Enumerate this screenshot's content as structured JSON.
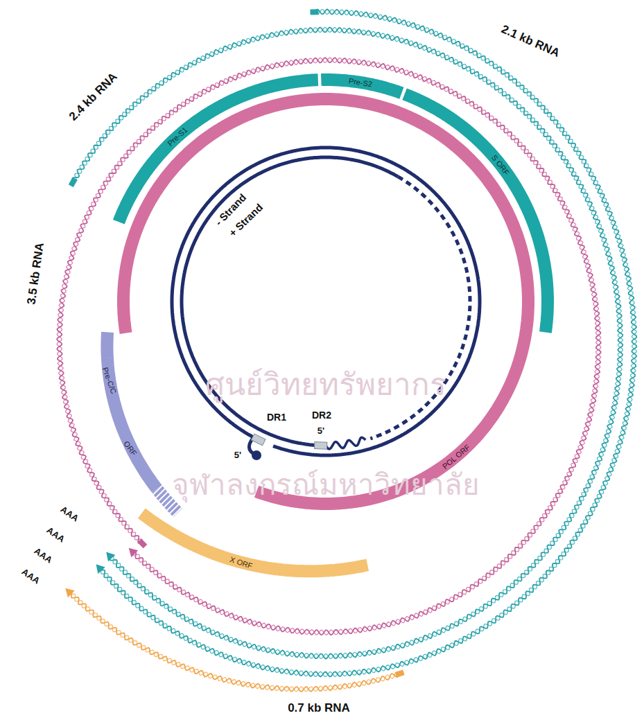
{
  "diagram": {
    "labels": [
      "2.1 kb RNA",
      "2.4 kb RNA",
      "Pre-S2",
      "Pre-S1",
      "S ORF",
      "- Strand",
      "+ Strand",
      "3.5 kb RNA",
      "Pre-C/C",
      "ORF",
      "DR2",
      "5'",
      "DR1",
      "5'",
      "POL ORF",
      "AAA",
      "AAA",
      "AAA",
      "AAA",
      "X ORF",
      "0.7 kb RNA",
      "ศูนย์วิทยทรัพยากร",
      "จุฬาลงกรณ์มหาวิทยาลัย"
    ]
  }
}
